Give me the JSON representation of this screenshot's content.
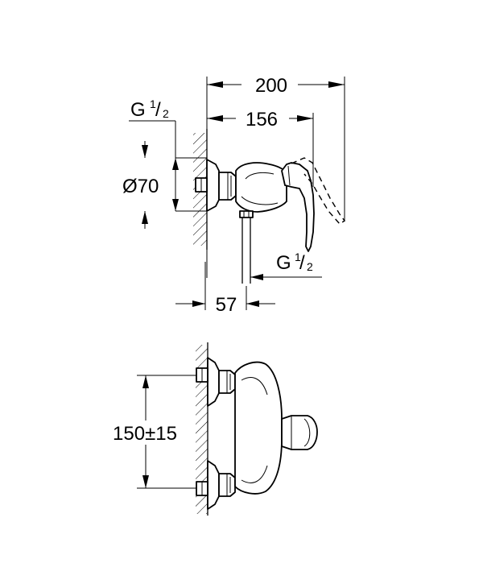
{
  "dimensions": {
    "overall_depth": "200",
    "body_depth": "156",
    "inlet_thread": {
      "base": "G",
      "num": "1",
      "den": "2"
    },
    "outlet_thread": {
      "base": "G",
      "num": "1",
      "den": "2"
    },
    "flange_diameter": "Ø70",
    "wall_to_outlet": "57",
    "inlet_spacing": "150±15"
  }
}
